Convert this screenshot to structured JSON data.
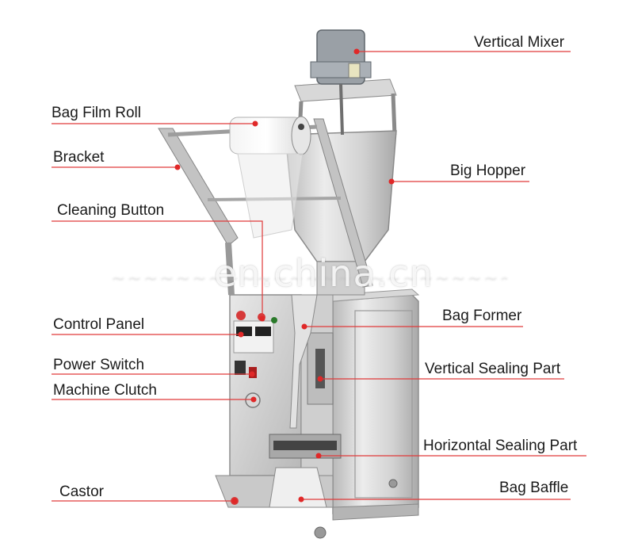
{
  "labels": {
    "vertical_mixer": "Vertical Mixer",
    "bag_film_roll": "Bag Film Roll",
    "bracket": "Bracket",
    "big_hopper": "Big Hopper",
    "cleaning_button": "Cleaning Button",
    "control_panel": "Control Panel",
    "bag_former": "Bag Former",
    "power_switch": "Power Switch",
    "vertical_sealing_part": "Vertical Sealing Part",
    "machine_clutch": "Machine Clutch",
    "horizontal_sealing_part": "Horizontal Sealing Part",
    "castor": "Castor",
    "bag_baffle": "Bag Baffle"
  },
  "watermark": {
    "text": "en.china.cn"
  },
  "colors": {
    "leader_line": "#e03a3a",
    "marker": "#e02828",
    "steel_light": "#e6e6e6",
    "steel_mid": "#c4c4c4",
    "steel_dark": "#8e8e8e"
  }
}
